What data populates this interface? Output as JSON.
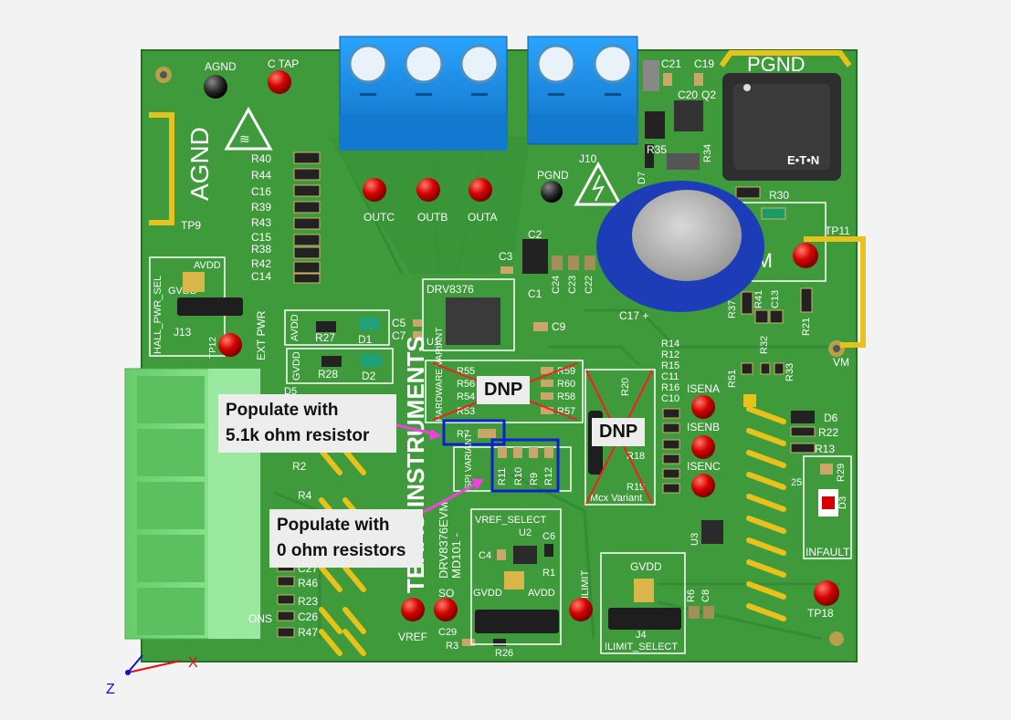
{
  "board": {
    "agnd_large": "AGND",
    "pgnd_large": "PGND",
    "vm_large": "VM",
    "eaton": "E•T•N",
    "ic_u1": "DRV8376",
    "ic_u1_ref": "U1",
    "brand_vertical": "TEXAS INSTRUMENTS",
    "board_name": "DRV8376EVM",
    "board_rev": "MD101 -",
    "hardware_variant": "HARDWARE VARIANT",
    "spi_variant": "SPI VARIANT",
    "mcx_variant": "Mcx Variant",
    "vref_select": "VREF_SELECT",
    "ilimit_select": "ILIMIT_SELECT",
    "hall_pwr_sel": "HALL_PWR_SEL",
    "ext_pwr": "EXT PWR",
    "infault": "INFAULT",
    "d3": "D3",
    "d6": "D6",
    "q2": "Q2",
    "u2": "U2",
    "u3": "U3",
    "j10": "J10",
    "j13": "J13",
    "j4": "J4",
    "c17": "C17 +",
    "ons": "ONS",
    "d1": "D1",
    "d2": "D2",
    "d5": "D5"
  },
  "test_points": {
    "agnd": "AGND",
    "ctap": "C TAP",
    "outc": "OUTC",
    "outb": "OUTB",
    "outa": "OUTA",
    "pgnd": "PGND",
    "tp9": "TP9",
    "tp11": "TP11",
    "tp12": "TP12",
    "tp18": "TP18",
    "vm": "VM",
    "vref": "VREF",
    "so": "SO",
    "ilimit": "ILIMIT",
    "isena": "ISENA",
    "isenb": "ISENB",
    "isenc": "ISENC",
    "avdd_hdr": "AVDD",
    "gvdd_hdr": "GVDD",
    "avdd_tp": "AVDD",
    "gvdd_tp": "GVDD",
    "gvdd_vref": "GVDD",
    "avdd_vref": "AVDD",
    "gvdd_ilim": "GVDD"
  },
  "refdes_left": [
    "R40",
    "R44",
    "C16",
    "R39",
    "R43",
    "C15",
    "R38",
    "R42",
    "C14"
  ],
  "refdes_other": {
    "c21": "C21",
    "c19": "C19",
    "c20": "C20",
    "r35": "R35",
    "r34": "R34",
    "d7": "D7",
    "r30": "R30",
    "c2": "C2",
    "c3": "C3",
    "c1": "C1",
    "c24": "C24",
    "c23": "C23",
    "c22": "C22",
    "c5": "C5",
    "c7": "C7",
    "c9": "C9",
    "r27": "R27",
    "r28": "R28",
    "r37": "R37",
    "r41": "R41",
    "c13": "C13",
    "r21": "R21",
    "r32": "R32",
    "r33": "R33",
    "r51": "R51",
    "r22": "R22",
    "r13": "R13",
    "r29": "R29",
    "r7": "R7",
    "r2": "R2",
    "r4": "R4",
    "c27": "C27",
    "r46": "R46",
    "r23": "R23",
    "c26": "C26",
    "r47": "R47",
    "r3": "R3",
    "r26": "R26",
    "c29": "C29",
    "c4": "C4",
    "c6": "C6",
    "r1": "R1",
    "r6": "R6",
    "c8": "C8",
    "r20": "R20",
    "r18": "R18",
    "r19": "R19",
    "r25": "25"
  },
  "hw_resistors": [
    "R55",
    "R56",
    "R54",
    "R53",
    "R59",
    "R60",
    "R58",
    "R57"
  ],
  "spi_resistors": [
    "R11",
    "R10",
    "R9",
    "R12"
  ],
  "sense_refdes": [
    "R14",
    "R12",
    "R15",
    "C11",
    "R16",
    "C10"
  ],
  "annotations": {
    "callout_1_line1": "Populate with",
    "callout_1_line2": "5.1k ohm resistor",
    "callout_2_line1": "Populate with",
    "callout_2_line2": "0 ohm resistors",
    "dnp_1": "DNP",
    "dnp_2": "DNP"
  },
  "axes": {
    "x": "X",
    "z": "Z"
  },
  "colors": {
    "pcb_green": "#3f9a3c",
    "pcb_dark": "#2f7d30",
    "silkscreen": "#ffffff",
    "terminal_blue": "#1a8ee6",
    "connector_green": "#7bdc7e",
    "testpoint_red": "#d40000",
    "callout_bg": "#ededed",
    "annotation_red": "#ff1a1a",
    "annotation_blue": "#1020d0",
    "arrow_magenta": "#ee44dd",
    "jumper_yellow": "#e8c21a",
    "capacitor_blue": "#1d3cb8"
  }
}
